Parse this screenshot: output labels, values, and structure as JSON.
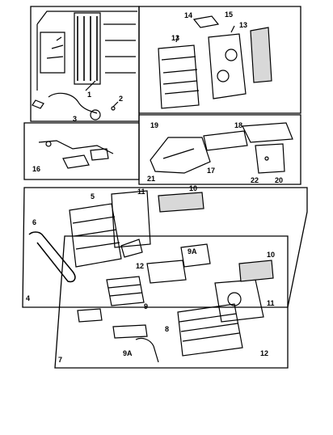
{
  "colors": {
    "ink": "#000000",
    "paper": "#ffffff",
    "shade": "#d8d8d8"
  },
  "panels": {
    "body_panel": {
      "callouts": [
        "1",
        "2",
        "3"
      ]
    },
    "tail_lamp_panel": {
      "callouts": [
        "14",
        "15",
        "13",
        "13"
      ]
    },
    "wiring_panel": {
      "callouts": [
        "16"
      ]
    },
    "marker_panel": {
      "callouts": [
        "19",
        "18",
        "21",
        "17",
        "22",
        "20"
      ]
    },
    "rear_lamp_panel": {
      "callouts": [
        "11",
        "10",
        "5",
        "6",
        "12",
        "4"
      ]
    },
    "exploded_panel": {
      "callouts": [
        "9A",
        "10",
        "11",
        "8",
        "9",
        "12",
        "9A",
        "7"
      ]
    }
  }
}
